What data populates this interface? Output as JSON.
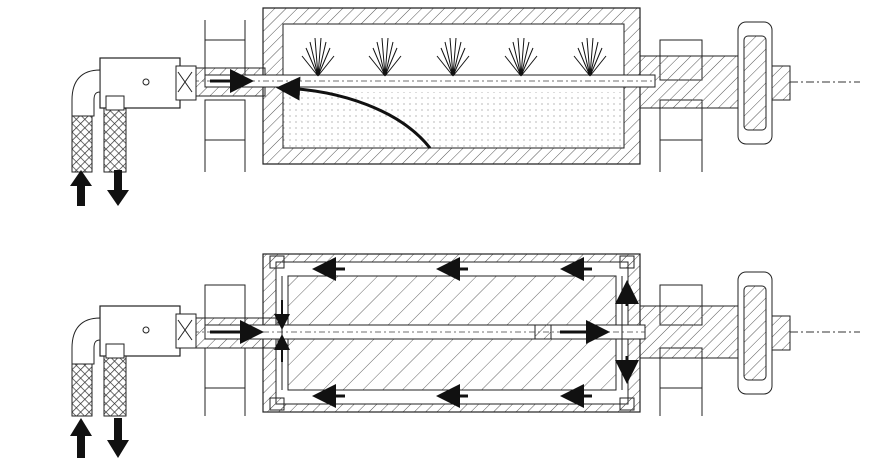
{
  "figure": {
    "background": "#ffffff",
    "line_color": "#1a1a1a",
    "hatch_color": "#555555",
    "panels": [
      {
        "id": "top",
        "description_label": "",
        "flow": {
          "inlet_direction": "up",
          "outlet_direction": "down"
        },
        "spray_fans": 5
      },
      {
        "id": "bottom",
        "description_label": "",
        "flow": {
          "inlet_direction": "up",
          "outlet_direction": "down"
        },
        "flow_arrows_top_channel": 3,
        "flow_arrows_bottom_channel": 3
      }
    ]
  }
}
